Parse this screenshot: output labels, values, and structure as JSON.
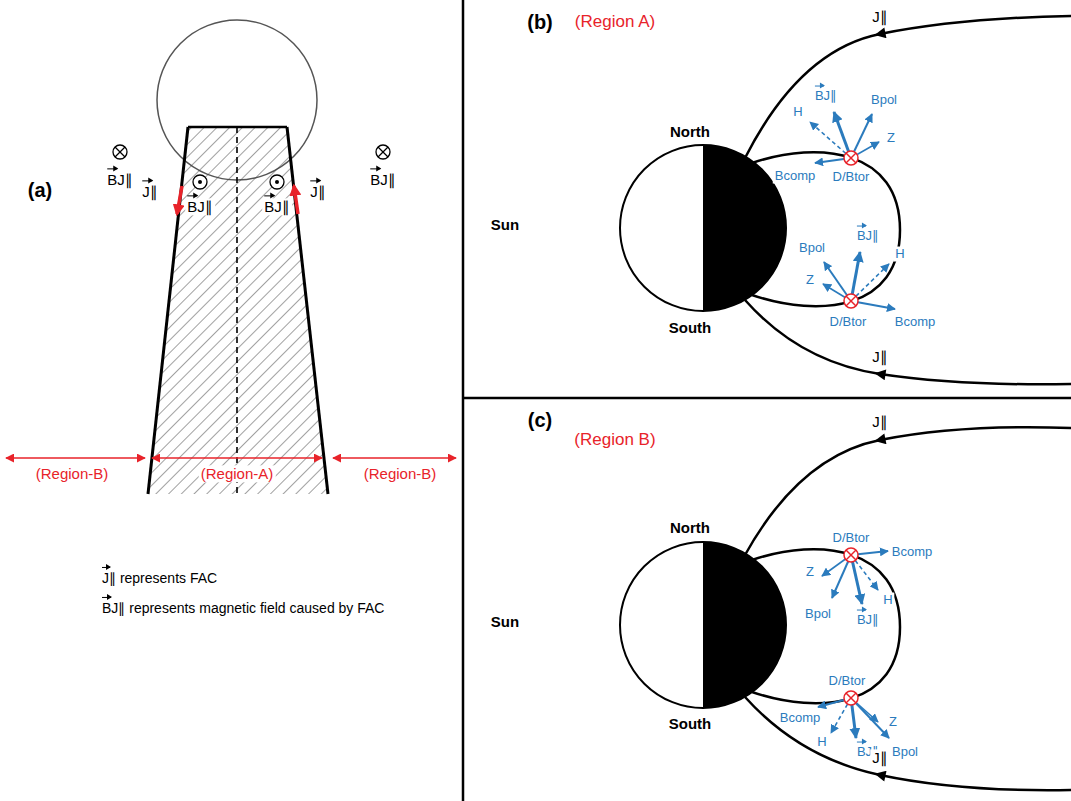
{
  "diagram": {
    "labels": [
      "(a)",
      "J∥",
      "BJ∥",
      "BJ∥",
      "J∥",
      "BJ∥",
      "BJ∥",
      "(Region-B)",
      "(Region-A)",
      "(Region-B)",
      "J∥ represents FAC",
      "BJ∥ represents magnetic field caused by FAC",
      "(b)",
      "(Region A)",
      "J∥",
      "North",
      "Sun",
      "BJ∥",
      "H",
      "Bpol",
      "Z",
      "Bcomp",
      "D/Btor",
      "Bpol",
      "BJ∥",
      "H",
      "Z",
      "Bcomp",
      "D/Btor",
      "South",
      "J∥",
      "(c)",
      "(Region B)",
      "J∥",
      "North",
      "Sun",
      "D/Btor",
      "Bcomp",
      "Z",
      "H",
      "Bpol",
      "BJ∥",
      "D/Btor",
      "Bcomp",
      "Z",
      "South",
      "H",
      "BJ∥",
      "Bpol",
      "J∥"
    ]
  }
}
